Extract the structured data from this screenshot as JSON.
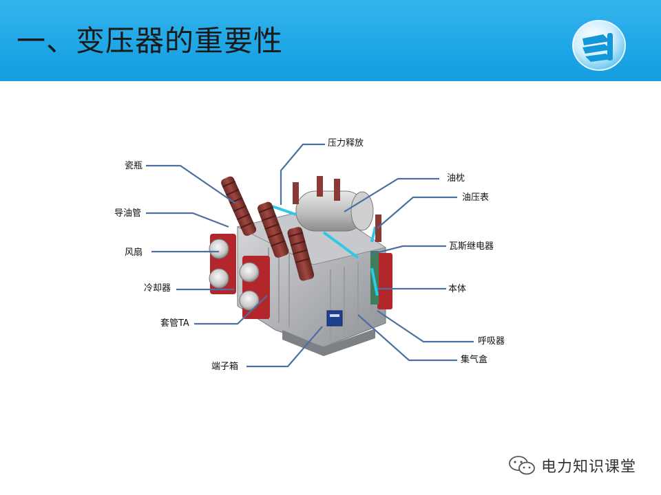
{
  "slide": {
    "title": "一、变压器的重要性",
    "header_color": "#1ea6e6"
  },
  "diagram": {
    "labels": {
      "pressure_relief": "压力释放",
      "porcelain_bottle": "瓷瓶",
      "conservator": "油枕",
      "oil_pressure_gauge": "油压表",
      "oil_guide_pipe": "导油管",
      "gas_relay": "瓦斯继电器",
      "fan": "风扇",
      "cooler": "冷却器",
      "body": "本体",
      "bushing_ta": "套管TA",
      "breather": "呼吸器",
      "gas_collector": "集气盒",
      "terminal_box": "端子箱"
    },
    "leader_color": "#4a6fa0"
  },
  "watermark": {
    "icon": "wechat-icon",
    "text": "电力知识课堂"
  }
}
